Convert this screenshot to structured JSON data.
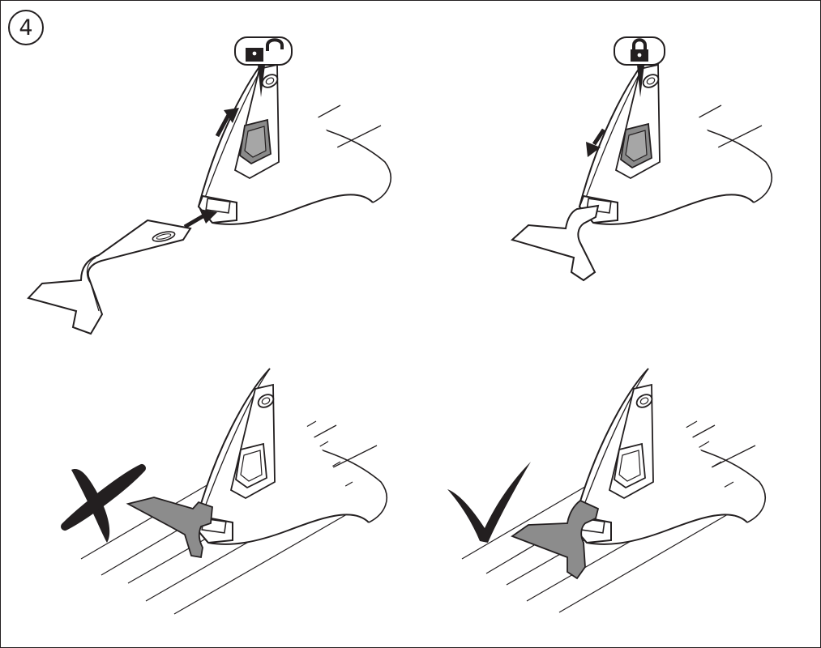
{
  "figure": {
    "step_number": "4"
  },
  "panels": [
    {
      "id": "attach-unlocked",
      "icon": "unlocked-padlock-icon",
      "arrow": "slide-up"
    },
    {
      "id": "attached-locked",
      "icon": "locked-padlock-icon",
      "arrow": "slide-down"
    },
    {
      "id": "incorrect-use",
      "mark": "cross-icon"
    },
    {
      "id": "correct-use",
      "mark": "checkmark-icon"
    }
  ],
  "colors": {
    "line": "#231f20",
    "lock_gray": "#8a8a8a",
    "blade_gray": "#8c8c8c",
    "mark": "#231f20"
  }
}
